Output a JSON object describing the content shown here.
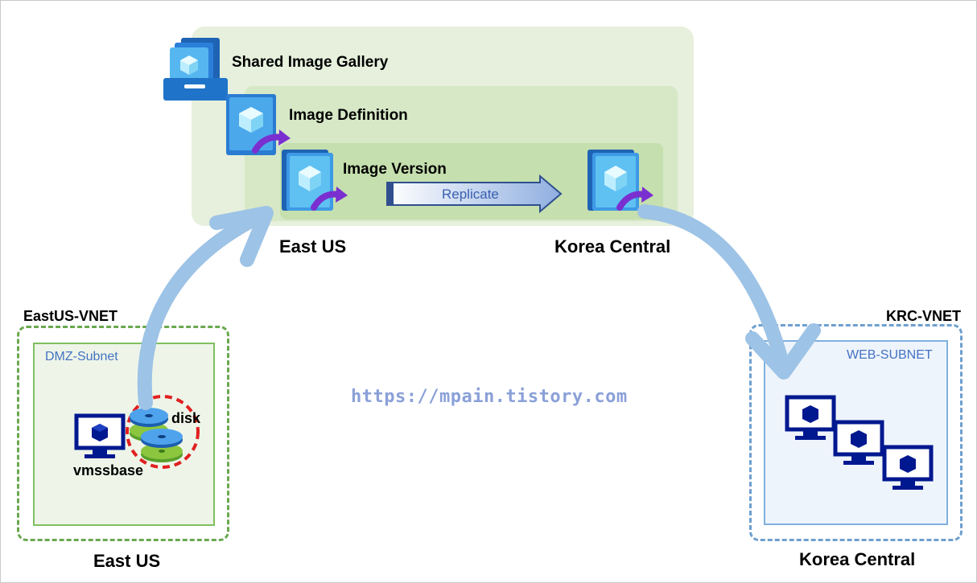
{
  "gallery": {
    "title": "Shared Image Gallery",
    "definition_label": "Image Definition",
    "version_label": "Image Version",
    "replicate_label": "Replicate",
    "source_region_label": "East US",
    "target_region_label": "Korea Central"
  },
  "east": {
    "vnet_label": "EastUS-VNET",
    "subnet_label": "DMZ-Subnet",
    "vm_label": "vmssbase",
    "disk_label": "disk",
    "region_label": "East US"
  },
  "korea": {
    "vnet_label": "KRC-VNET",
    "subnet_label": "WEB-SUBNET",
    "region_label": "Korea Central"
  },
  "watermark": "https://mpain.tistory.com",
  "colors": {
    "flow_arrow": "#9dc3e6",
    "vm_icon": "#00188f",
    "disk_highlight": "#e02020"
  },
  "icons": [
    "gallery-icon",
    "image-definition-icon",
    "image-version-icon",
    "replicated-image-icon",
    "vm-icon",
    "disk-icon",
    "replicate-arrow-icon"
  ]
}
